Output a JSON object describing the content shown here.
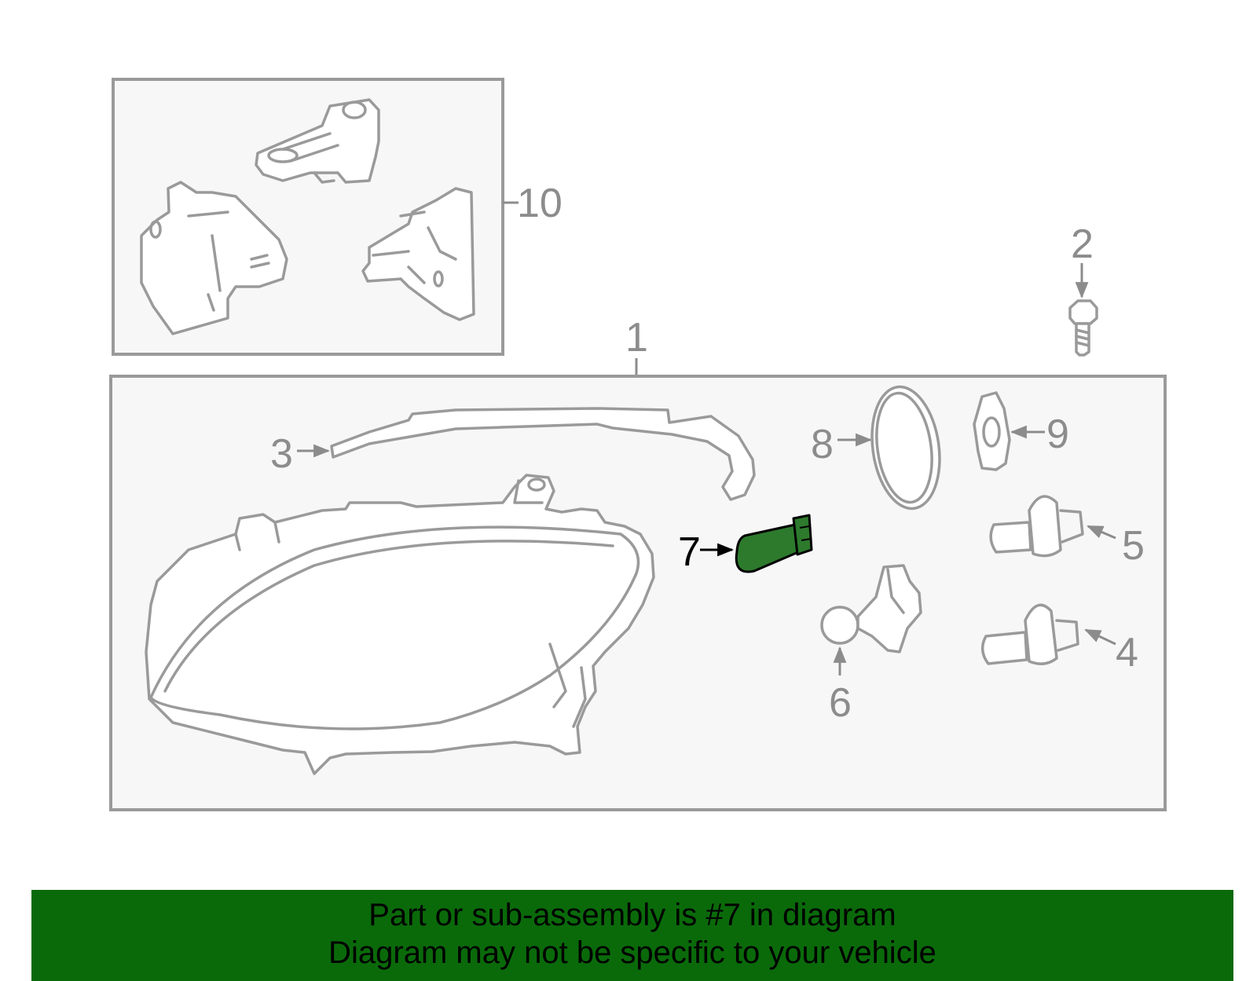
{
  "callouts": {
    "c1": "1",
    "c2": "2",
    "c3": "3",
    "c4": "4",
    "c5": "5",
    "c6": "6",
    "c7": "7",
    "c8": "8",
    "c9": "9",
    "c10": "10"
  },
  "highlighted_part": "7",
  "colors": {
    "highlight_fill": "#2d7a2d",
    "banner_bg": "#0a6a0a",
    "line_gray": "#9a9a9a",
    "box_bg": "#f7f7f7"
  },
  "banner": {
    "line1": "Part or sub-assembly is #7 in diagram",
    "line2": "Diagram may not be specific to your vehicle"
  }
}
